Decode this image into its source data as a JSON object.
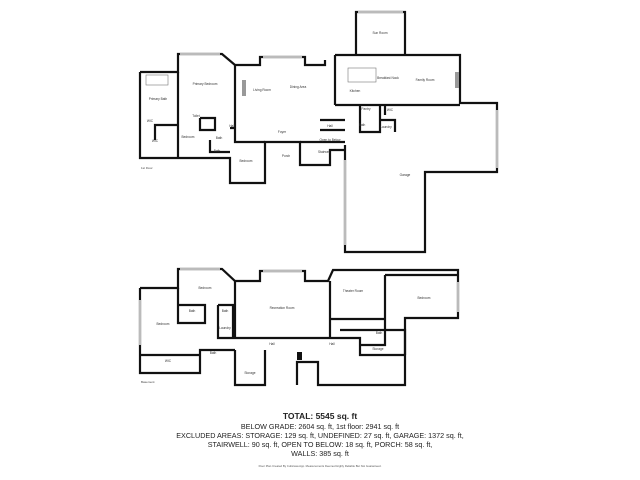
{
  "floors": [
    {
      "name": "1st Floor",
      "rooms": [
        "Primary Bedroom",
        "Primary Bath",
        "WIC",
        "Toilet",
        "WIC",
        "Bedroom",
        "Bath",
        "Bath",
        "Bedroom",
        "Living Room",
        "Dining Area",
        "Hall",
        "Foyer",
        "Porch",
        "Kitchen",
        "Breakfast Nook",
        "Family Room",
        "Sun Room",
        "Pantry",
        "WIC",
        "Bath",
        "Laundry",
        "Hall",
        "Open to Below",
        "Stairwell",
        "Garage"
      ]
    },
    {
      "name": "Basement",
      "rooms": [
        "Bedroom",
        "Bedroom",
        "Bath",
        "Bath",
        "Laundry",
        "WIC",
        "Bath",
        "Recreation Room",
        "Hall",
        "Storage",
        "Theater Room",
        "Bedroom",
        "Bath",
        "Storage",
        "Hall"
      ]
    }
  ],
  "summary": {
    "total": "TOTAL: 5545 sq. ft",
    "line1": "BELOW GRADE: 2604 sq. ft, 1st floor: 2941 sq. ft",
    "line2": "EXCLUDED AREAS: STORAGE: 129 sq. ft, UNDEFINED: 27 sq. ft, GARAGE: 1372 sq. ft,",
    "line3": "STAIRWELL: 90 sq. ft, OPEN TO BELOW: 18 sq. ft, PORCH: 58 sq. ft,",
    "line4": "WALLS: 385 sq. ft",
    "footer": "Floor Plan Created By Cubicasa App. Measurements Deemed Highly Reliable But Not Guaranteed."
  }
}
